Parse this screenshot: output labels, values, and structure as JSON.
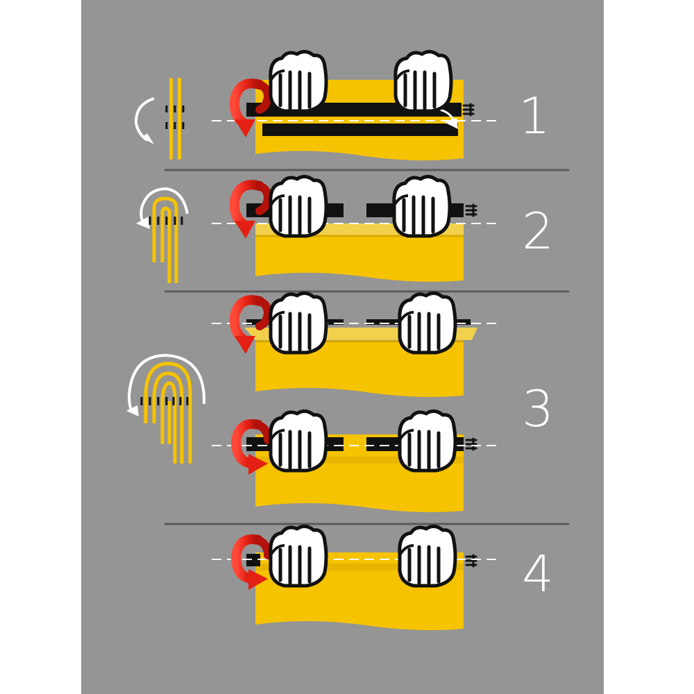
{
  "colors": {
    "panel": "#959595",
    "fabric": "#f6c300",
    "fabric_fold": "#f1d14c",
    "fabric_shadow": "#d9a900",
    "strap": "#111111",
    "arrow_red": "#e32013",
    "arrow_red_dark": "#b3110a",
    "icon_yellow": "#f6c300",
    "divider": "#555555",
    "white": "#ffffff"
  },
  "steps": [
    {
      "number": "1"
    },
    {
      "number": "2"
    },
    {
      "number": "3"
    },
    {
      "number": "4"
    }
  ]
}
